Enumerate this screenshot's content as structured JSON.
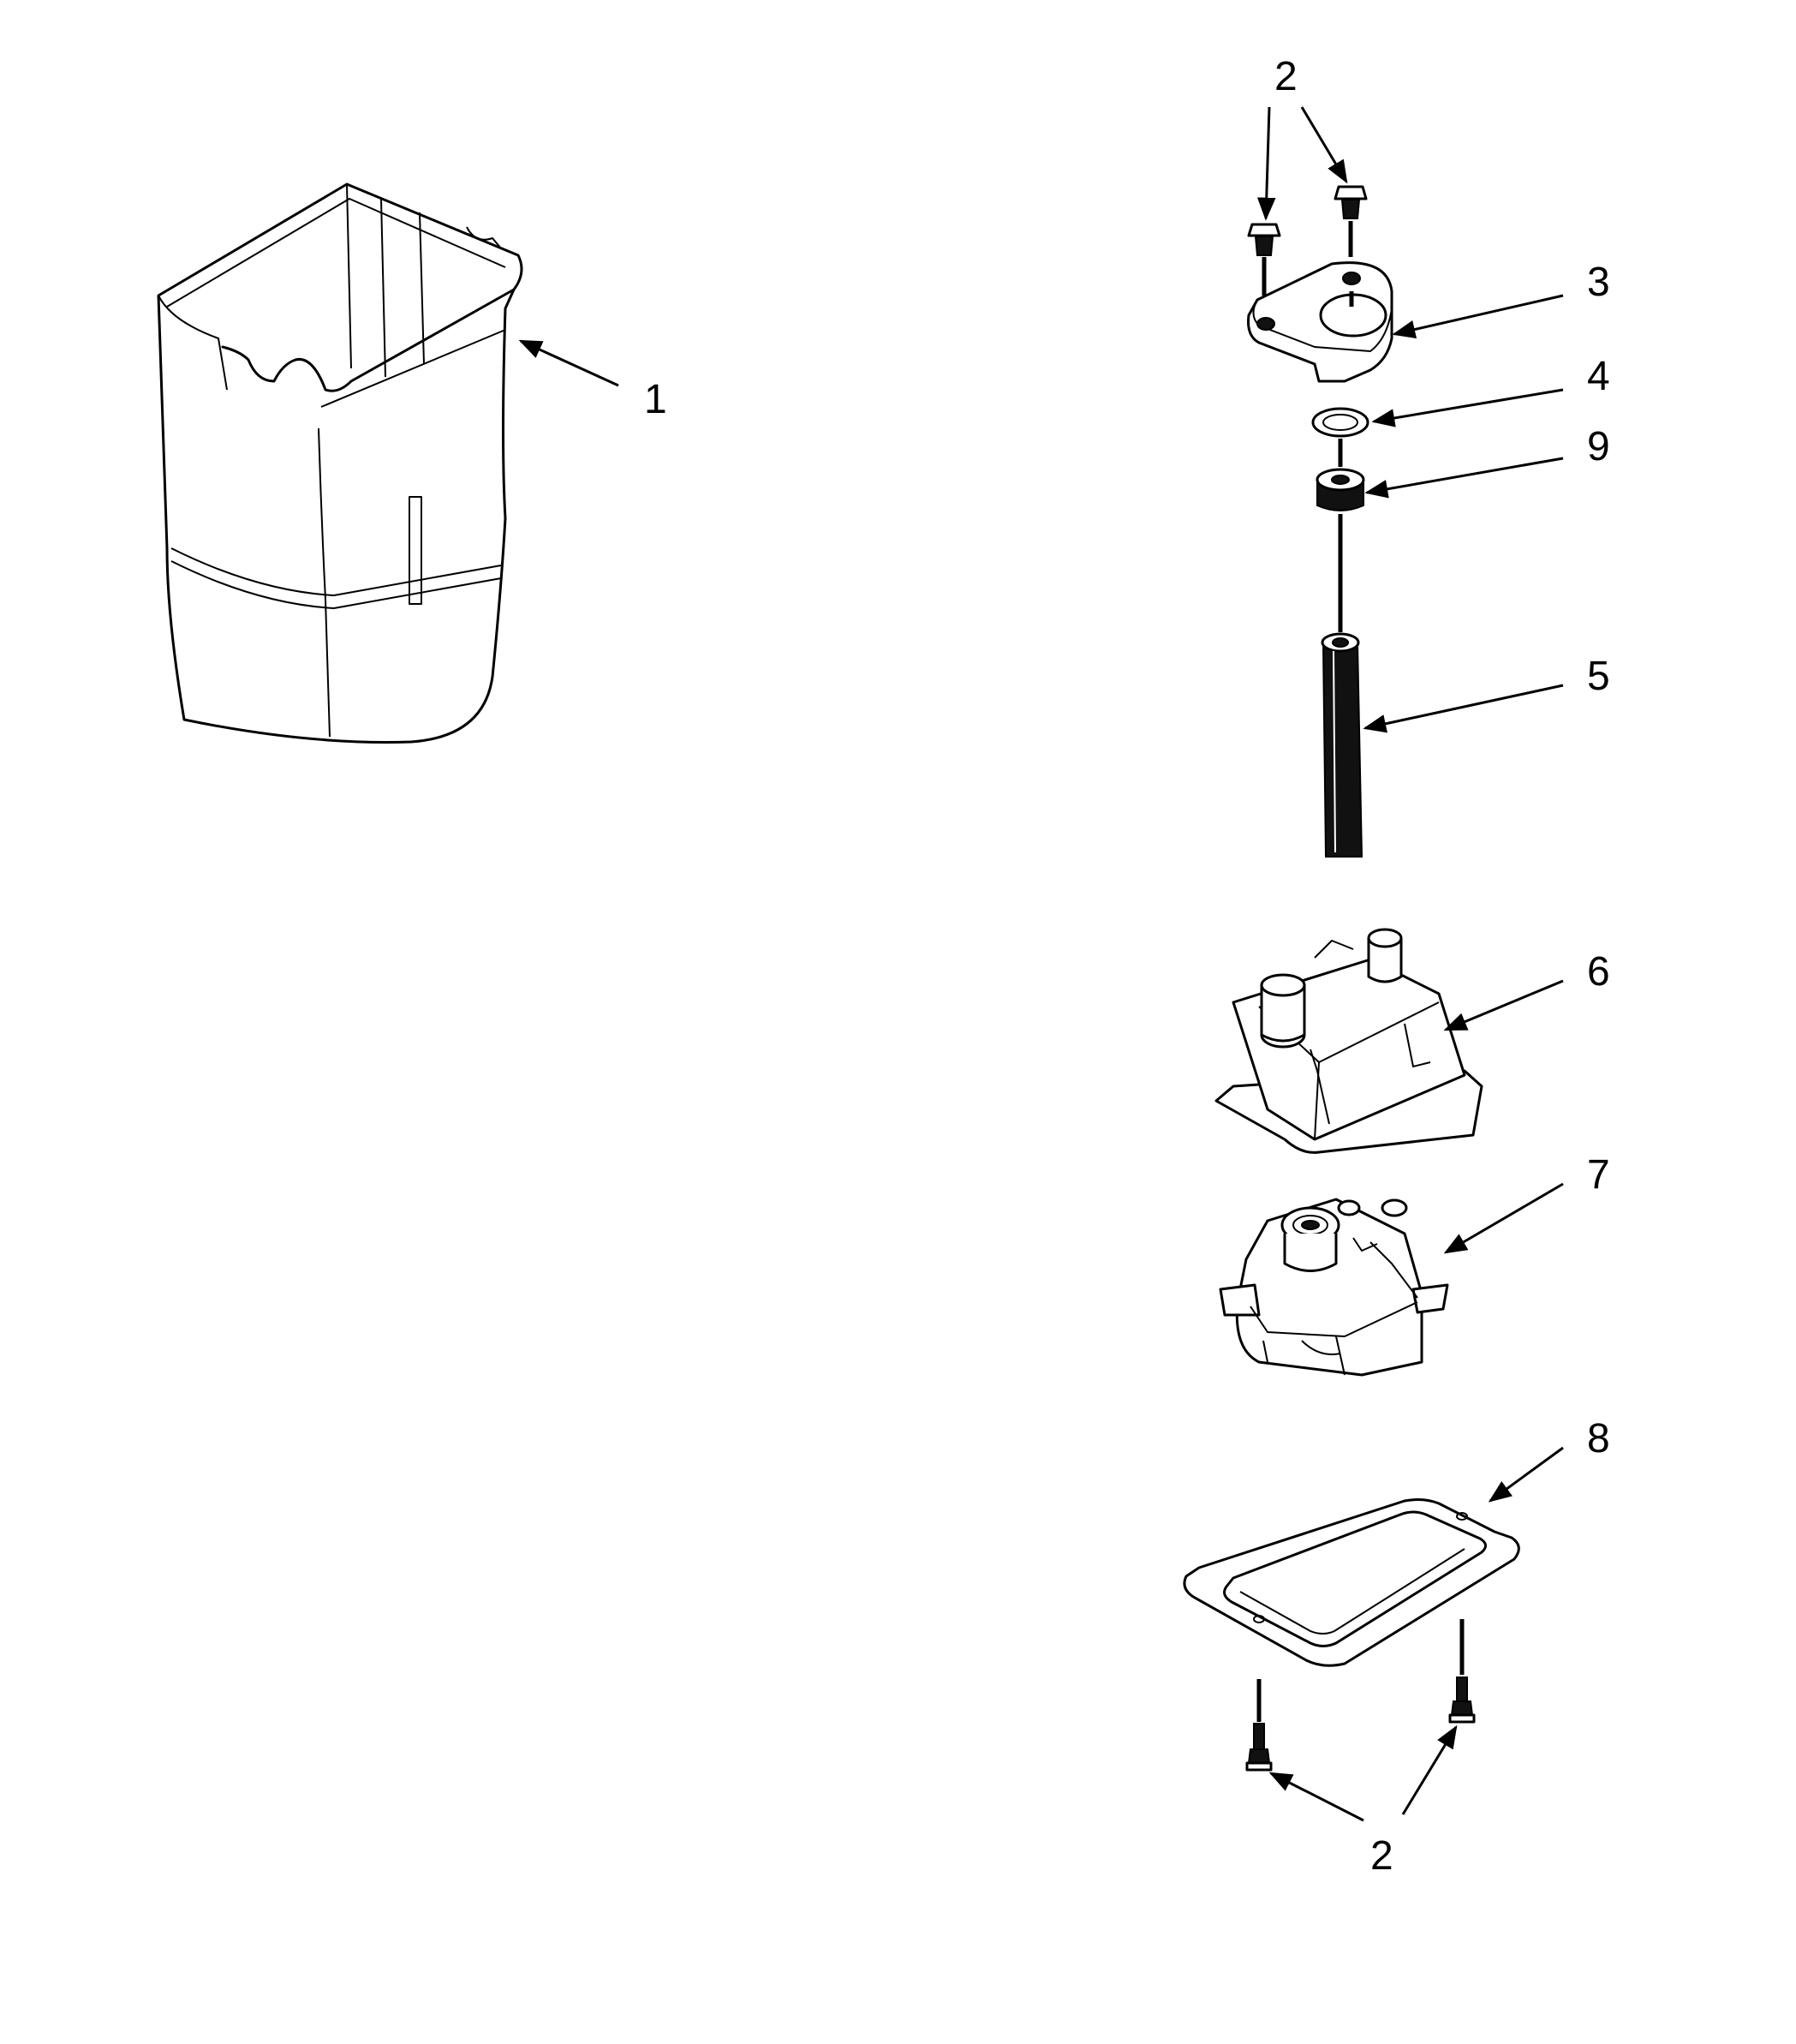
{
  "callouts": {
    "c1": "1",
    "c2_top": "2",
    "c3": "3",
    "c4": "4",
    "c9": "9",
    "c5": "5",
    "c6": "6",
    "c7": "7",
    "c8": "8",
    "c2_bottom": "2"
  },
  "parts": [
    {
      "callout": "1",
      "icon": "ice-bucket"
    },
    {
      "callout": "2",
      "icon": "screw"
    },
    {
      "callout": "3",
      "icon": "mounting-bracket"
    },
    {
      "callout": "4",
      "icon": "washer"
    },
    {
      "callout": "9",
      "icon": "bushing"
    },
    {
      "callout": "5",
      "icon": "drive-shaft"
    },
    {
      "callout": "6",
      "icon": "motor-housing"
    },
    {
      "callout": "7",
      "icon": "auger-motor"
    },
    {
      "callout": "8",
      "icon": "cover-plate"
    }
  ]
}
